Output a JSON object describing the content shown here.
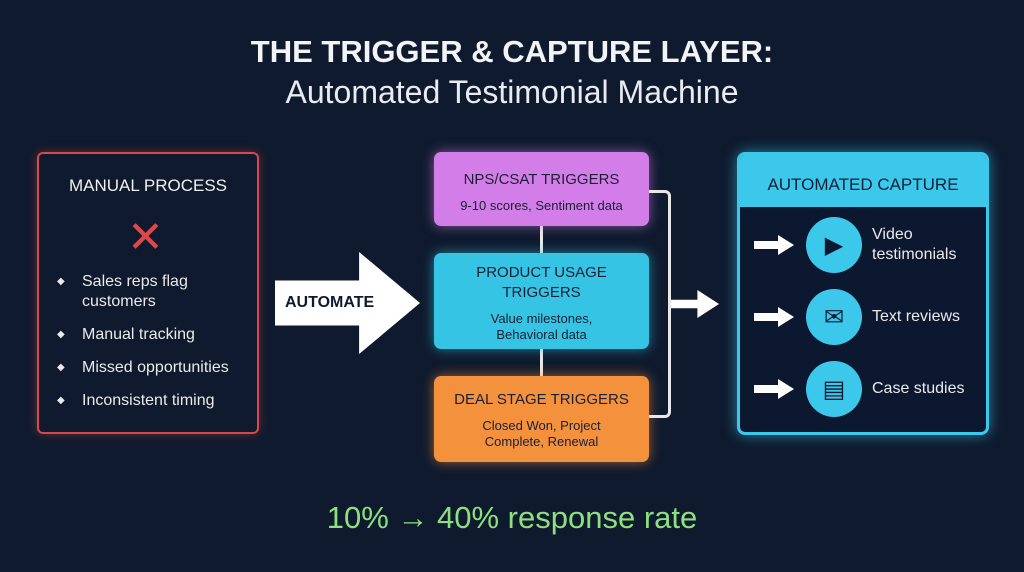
{
  "title": {
    "line1": "THE TRIGGER & CAPTURE LAYER:",
    "line2": "Automated Testimonial Machine"
  },
  "manual": {
    "heading": "MANUAL PROCESS",
    "items": [
      "Sales reps flag customers",
      "Manual tracking",
      "Missed opportunities",
      "Inconsistent timing"
    ]
  },
  "automate_label": "AUTOMATE",
  "triggers": [
    {
      "title": "NPS/CSAT TRIGGERS",
      "desc": "9-10 scores, Sentiment data",
      "color": "#d37ee8"
    },
    {
      "title": "PRODUCT USAGE TRIGGERS",
      "desc": "Value milestones, Behavioral data",
      "color": "#36c4e4"
    },
    {
      "title": "DEAL STAGE TRIGGERS",
      "desc": "Closed Won, Project Complete, Renewal",
      "color": "#f3913d"
    }
  ],
  "capture": {
    "heading": "AUTOMATED CAPTURE",
    "items": [
      {
        "label": "Video testimonials",
        "icon": "video-icon"
      },
      {
        "label": "Text reviews",
        "icon": "chat-star-icon"
      },
      {
        "label": "Case studies",
        "icon": "document-icon"
      }
    ]
  },
  "result": "10% → 40% response rate"
}
